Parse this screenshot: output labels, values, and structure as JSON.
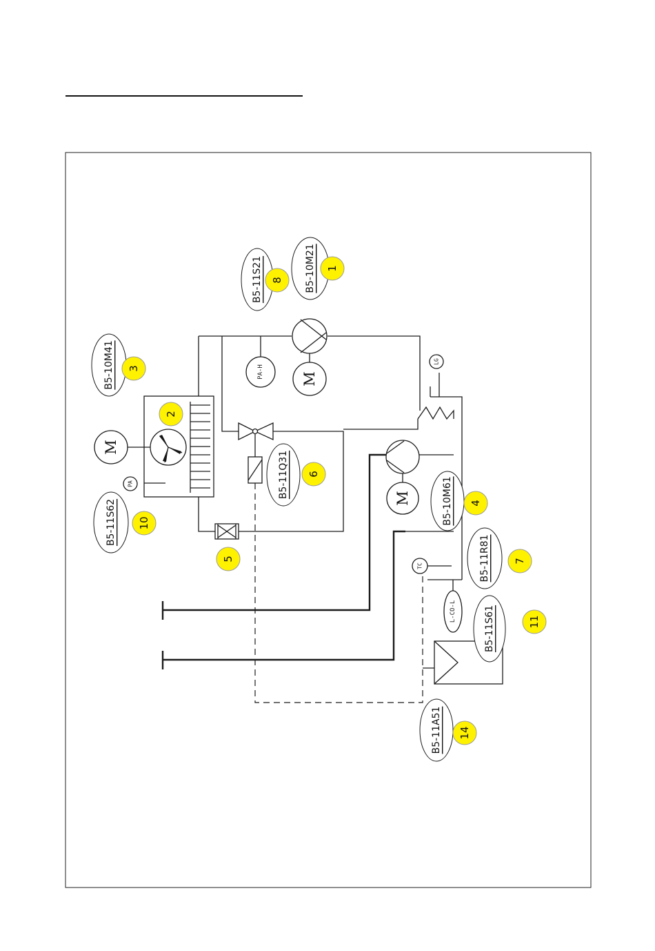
{
  "labels": {
    "l_b5_10m21": "B5-10M21",
    "l_b5_11s21": "B5-11S21",
    "l_b5_10m41": "B5-10M41",
    "l_b5_11q31": "B5-11Q31",
    "l_b5_10m61": "B5-10M61",
    "l_b5_11s62": "B5-11S62",
    "l_b5_11r81": "B5-11R81",
    "l_b5_11s61": "B5-11S61",
    "l_b5_11a51": "B5-11A51"
  },
  "badges": {
    "b1": "1",
    "b2": "2",
    "b3": "3",
    "b4": "4",
    "b5": "5",
    "b6": "6",
    "b7": "7",
    "b8": "8",
    "b10": "10",
    "b11": "11",
    "b14": "14"
  },
  "sensors": {
    "pa_h": "PA-H",
    "pa": "PA",
    "lg": "LG",
    "tc": "TC",
    "l_co_l": "L-CO-L"
  },
  "motor_symbol": "M",
  "colors": {
    "badge_fill": "#fff200",
    "line": "#1a1a1a"
  }
}
